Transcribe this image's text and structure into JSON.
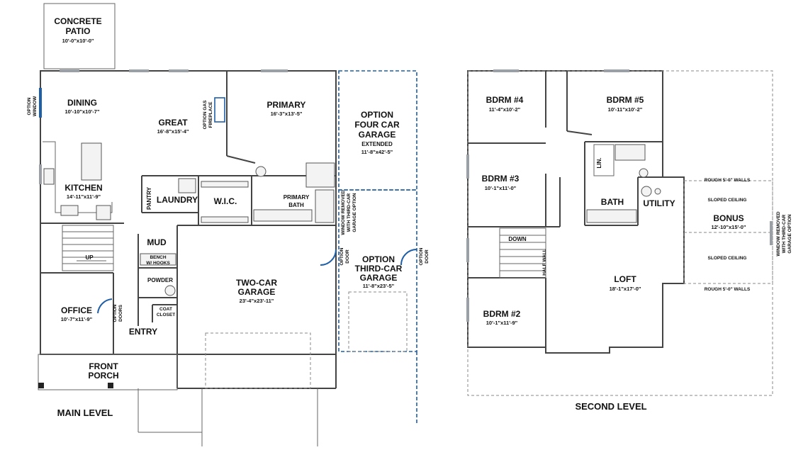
{
  "main_level": {
    "level_title": "MAIN LEVEL",
    "rooms": {
      "patio": {
        "name_line1": "CONCRETE",
        "name_line2": "PATIO",
        "dims": "10'-0\"x10'-0\""
      },
      "dining": {
        "name": "DINING",
        "dims": "10'-10\"x10'-7\""
      },
      "great": {
        "name": "GREAT",
        "dims": "16'-8\"x15'-4\""
      },
      "primary": {
        "name": "PRIMARY",
        "dims": "16'-3\"x13'-5\""
      },
      "four_car": {
        "name_line1": "OPTION",
        "name_line2": "FOUR CAR",
        "name_line3": "GARAGE",
        "sub": "EXTENDED",
        "dims": "11'-8\"x42'-5\""
      },
      "kitchen": {
        "name": "KITCHEN",
        "dims": "14'-11\"x11'-9\""
      },
      "pantry": {
        "name": "PANTRY"
      },
      "laundry": {
        "name": "LAUNDRY"
      },
      "wic": {
        "name": "W.I.C."
      },
      "primary_bath": {
        "name_line1": "PRIMARY",
        "name_line2": "BATH"
      },
      "mud": {
        "name": "MUD"
      },
      "bench": {
        "line1": "BENCH",
        "line2": "W/ HOOKS"
      },
      "powder": {
        "name": "POWDER"
      },
      "coat_closet": {
        "line1": "COAT",
        "line2": "CLOSET"
      },
      "entry": {
        "name": "ENTRY"
      },
      "office": {
        "name": "OFFICE",
        "dims": "10'-7\"x11'-9\""
      },
      "two_car": {
        "name_line1": "TWO-CAR",
        "name_line2": "GARAGE",
        "dims": "23'-4\"x23'-11\""
      },
      "third_car": {
        "name_line1": "OPTION",
        "name_line2": "THIRD-CAR",
        "name_line3": "GARAGE",
        "dims": "11'-8\"x23'-5\""
      },
      "front_porch": {
        "name_line1": "FRONT",
        "name_line2": "PORCH"
      }
    },
    "notes": {
      "option_window_1": "OPTION",
      "option_window_2": "WINDOW",
      "fireplace_1": "OPTION GAS",
      "fireplace_2": "FIREPLACE",
      "window_removed_1": "WINDOW REMOVED",
      "window_removed_2": "WITH THIRD-CAR",
      "window_removed_3": "GARAGE OPTION",
      "option_door_1": "OPTION",
      "option_door_2": "DOOR",
      "option_doors_1": "OPTION",
      "option_doors_2": "DOORS",
      "up": "UP"
    }
  },
  "second_level": {
    "level_title": "SECOND LEVEL",
    "rooms": {
      "bdrm4": {
        "name": "BDRM #4",
        "dims": "11'-4\"x10'-2\""
      },
      "bdrm5": {
        "name": "BDRM #5",
        "dims": "10'-11\"x10'-2\""
      },
      "bdrm3": {
        "name": "BDRM #3",
        "dims": "10'-1\"x11'-0\""
      },
      "lin": {
        "name": "LIN."
      },
      "bath": {
        "name": "BATH"
      },
      "utility": {
        "name": "UTILITY"
      },
      "bonus": {
        "name": "BONUS",
        "dims": "12'-10\"x15'-0\""
      },
      "loft": {
        "name": "LOFT",
        "dims": "18'-1\"x17'-0\""
      },
      "bdrm2": {
        "name": "BDRM #2",
        "dims": "10'-1\"x11'-9\""
      }
    },
    "notes": {
      "rough_walls_top": "ROUGH 5'-0\" WALLS",
      "rough_walls_bottom": "ROUGH 5'-0\" WALLS",
      "sloped_1": "SLOPED CEILING",
      "sloped_2": "SLOPED CEILING",
      "down": "DOWN",
      "half_wall": "HALF WALL",
      "window_removed_1": "WINDOW REMOVED",
      "window_removed_2": "WITH THIRD-CAR",
      "window_removed_3": "GARAGE OPTION"
    }
  },
  "colors": {
    "option_blue": "#1f5fa8",
    "wall": "#444444",
    "window": "#9aa0a6"
  }
}
